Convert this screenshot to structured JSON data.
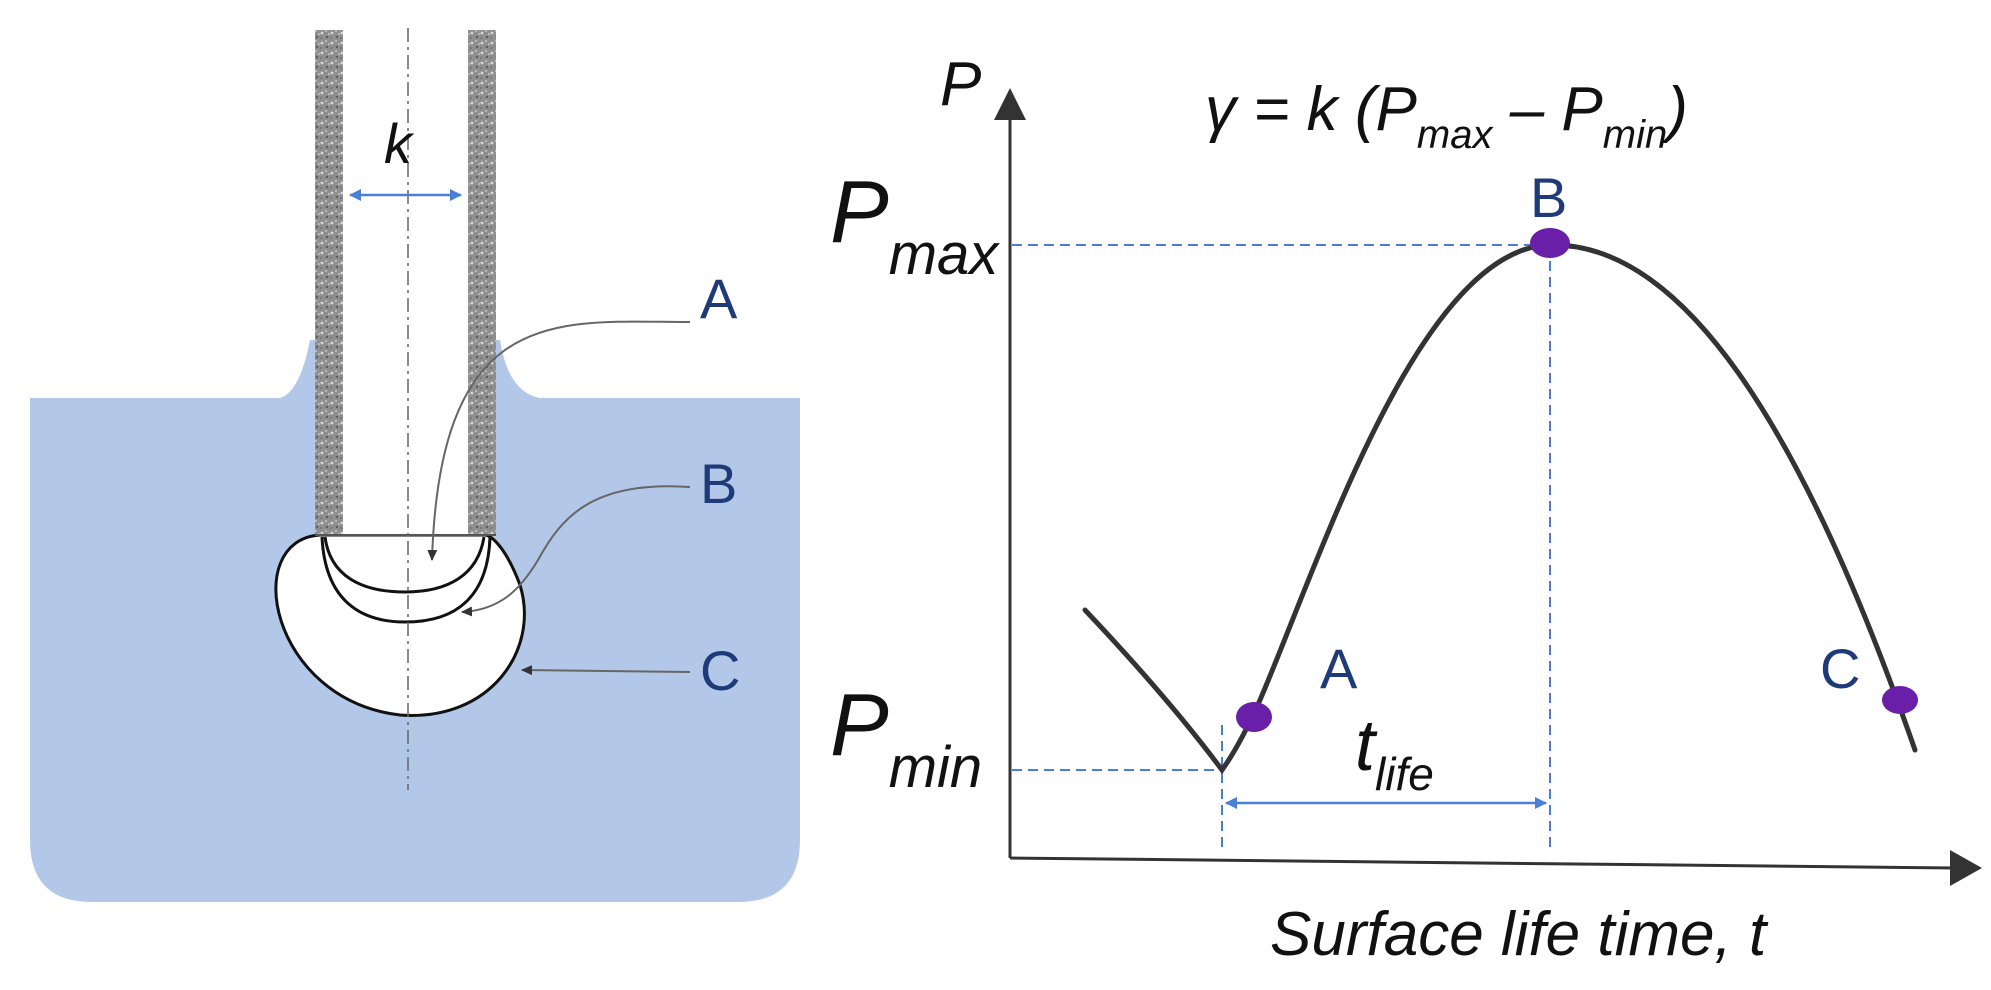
{
  "bubble_diagram": {
    "gap_label": "k",
    "stage_labels": [
      "A",
      "B",
      "C"
    ]
  },
  "plot": {
    "y_axis_label": "P",
    "x_axis_label": "Surface life time, t",
    "formula": {
      "lhs": "γ = k (P",
      "max_sub": "max",
      "minus": " – P",
      "min_sub": "min",
      "close": ")"
    },
    "pmax": {
      "base": "P",
      "sub": "max"
    },
    "pmin": {
      "base": "P",
      "sub": "min"
    },
    "tlife": {
      "base": "t",
      "sub": "life"
    },
    "point_labels": [
      "A",
      "B",
      "C"
    ]
  },
  "colors": {
    "liquid": "#b3c7e8",
    "tube_wall": "#9a9a9a",
    "guide": "#4a7fd6",
    "point": "#6a1fa8",
    "curve": "#333333",
    "label_blue": "#1f3a78"
  }
}
